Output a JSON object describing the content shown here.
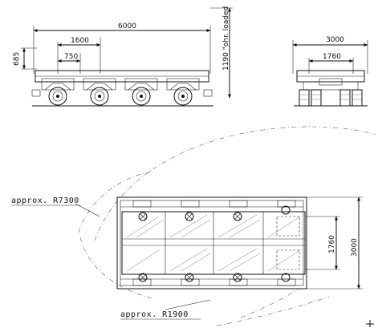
{
  "side_view": {
    "dims": {
      "overall_length": "6000",
      "axle_group": "1600",
      "axle_pitch": "750",
      "deck_height": "685",
      "loaded_height": "1190 \"ohr. loaded"
    }
  },
  "end_view": {
    "dims": {
      "overall_width": "3000",
      "track": "1760"
    }
  },
  "plan_view": {
    "dims": {
      "track": "1760",
      "overall_width": "3000"
    },
    "notes": {
      "outer_radius": "approx. R7300",
      "inner_radius": "approx. R1900"
    }
  },
  "colors": {
    "line": "#111111",
    "background": "#ffffff"
  }
}
